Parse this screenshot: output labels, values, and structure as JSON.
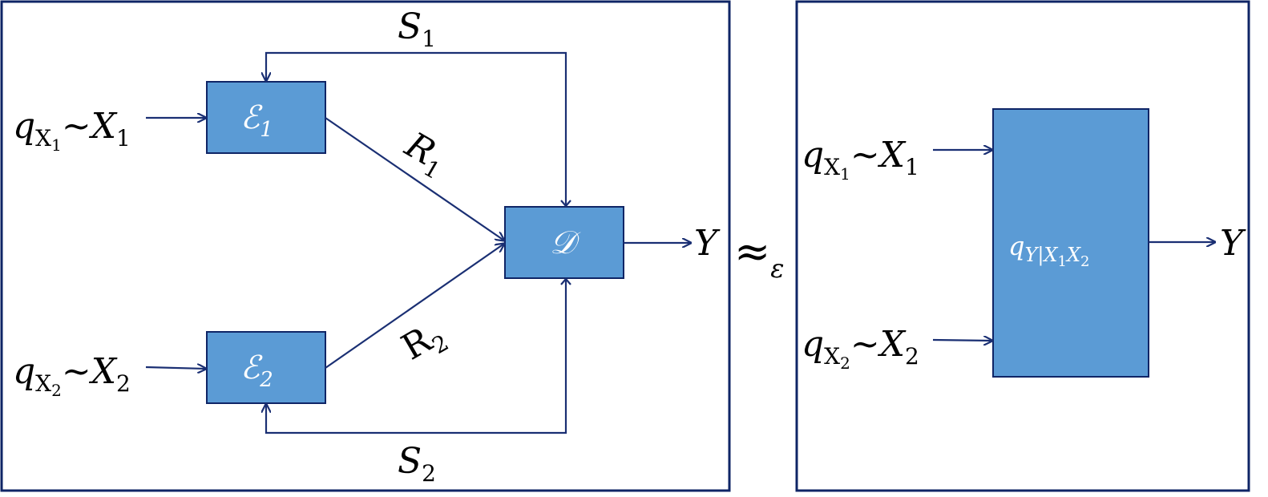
{
  "left_panel": {
    "input1": {
      "q": "q",
      "q_sub": "X",
      "q_subsub": "1",
      "tilde": "~",
      "x": "X",
      "x_sub": "1"
    },
    "input2": {
      "q": "q",
      "q_sub": "X",
      "q_subsub": "2",
      "tilde": "~",
      "x": "X",
      "x_sub": "2"
    },
    "encoder1": {
      "symbol": "ℰ",
      "sub": "1"
    },
    "encoder2": {
      "symbol": "ℰ",
      "sub": "2"
    },
    "decoder": {
      "symbol": "𝒟"
    },
    "rate1": {
      "sym": "R",
      "sub": "1"
    },
    "rate2": {
      "sym": "R",
      "sub": "2"
    },
    "feedback1": {
      "sym": "S",
      "sub": "1"
    },
    "feedback2": {
      "sym": "S",
      "sub": "2"
    },
    "output": "Y"
  },
  "approx": {
    "sym": "≈",
    "sub": "ε"
  },
  "right_panel": {
    "input1": {
      "q": "q",
      "q_sub": "X",
      "q_subsub": "1",
      "tilde": "~",
      "x": "X",
      "x_sub": "1"
    },
    "input2": {
      "q": "q",
      "q_sub": "X",
      "q_subsub": "2",
      "tilde": "~",
      "x": "X",
      "x_sub": "2"
    },
    "channel": {
      "q": "q",
      "sub": "Y|X",
      "subsub1": "1",
      "mid": "X",
      "subsub2": "2"
    },
    "output": "Y"
  },
  "colors": {
    "block_fill": "#5b9bd5",
    "line": "#1a2f73",
    "frame": "#0f2566"
  }
}
